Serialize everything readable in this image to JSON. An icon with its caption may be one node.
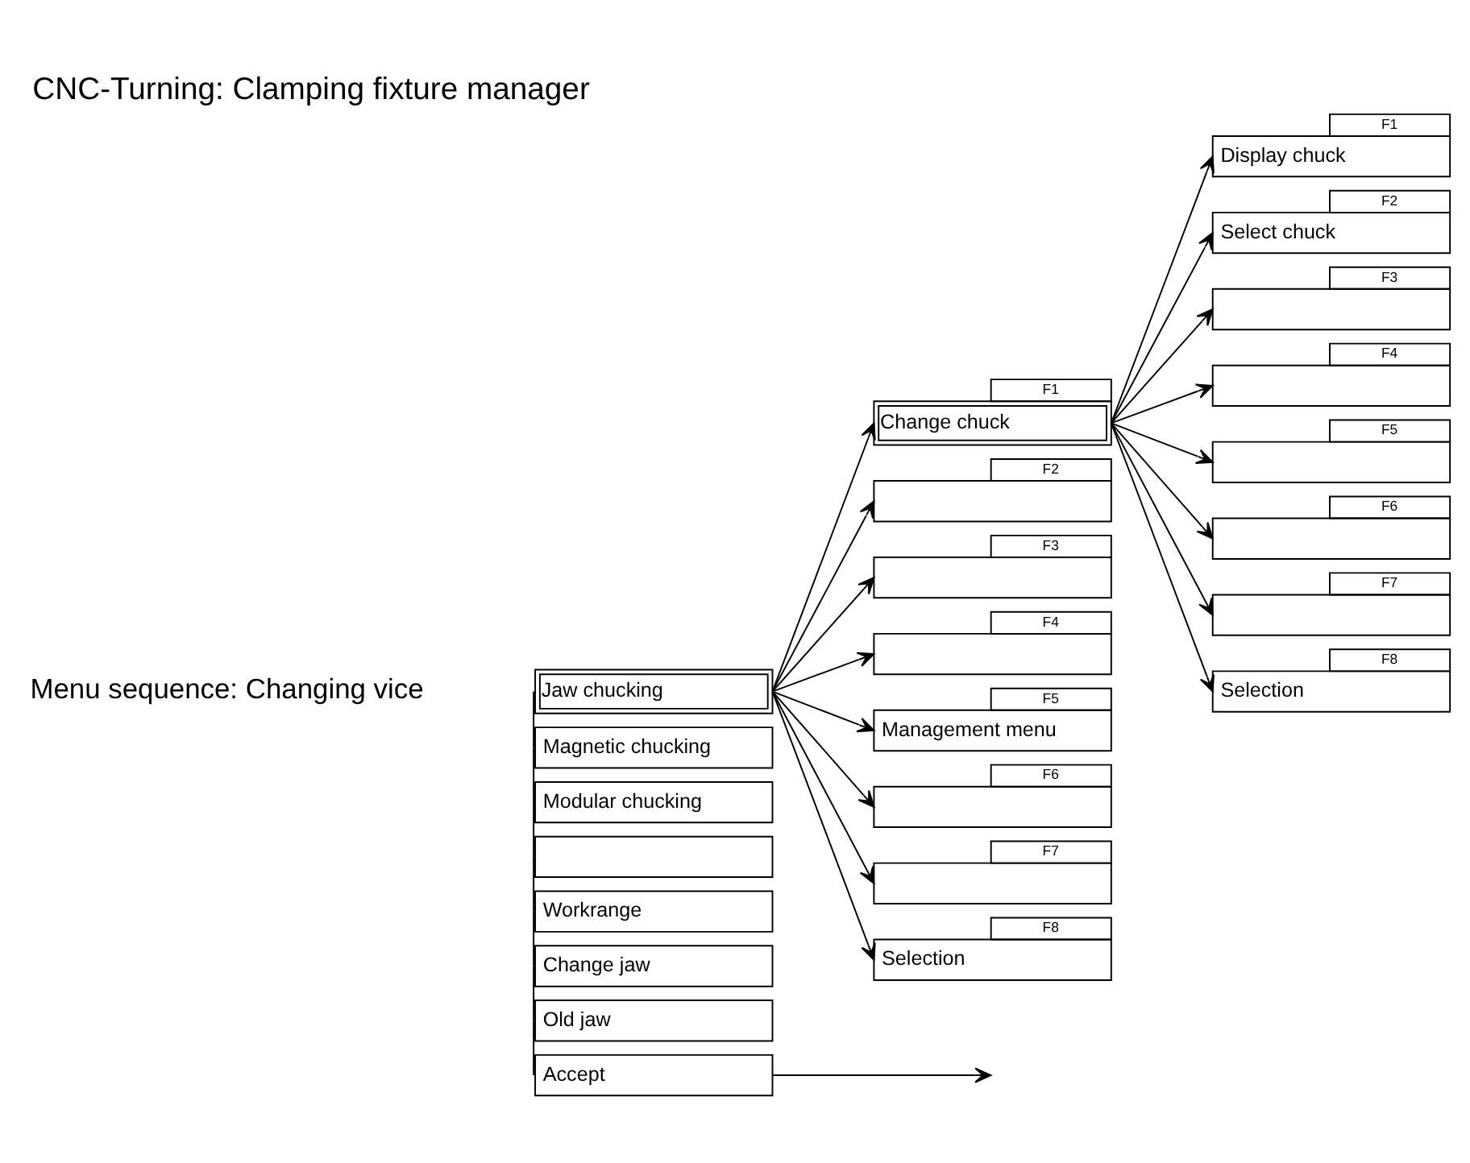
{
  "diagram": {
    "title": "CNC-Turning: Clamping fixture manager",
    "nodes": [
      {
        "text": [
          "Jaw chucking"
        ]
      },
      {
        "text": [
          "Magnetic chucking"
        ]
      },
      {
        "text": [
          "Modular chucking"
        ]
      },
      {
        "text": [],
        "shape": "box"
      },
      {
        "text": [
          "Workrange"
        ]
      },
      {
        "text": [
          "Change jaw"
        ]
      },
      {
        "text": [
          "Old jaw"
        ]
      },
      {
        "text": [
          "Accept"
        ]
      },
      {
        "text": [
          "Change chuck"
        ],
        "beside": [
          "F1"
        ]
      },
      {
        "text": [],
        "shape": "box",
        "beside": [
          "F2"
        ]
      },
      {
        "text": [],
        "shape": "box",
        "beside": [
          "F3"
        ]
      },
      {
        "text": [],
        "shape": "box",
        "beside": [
          "F4"
        ]
      },
      {
        "text": [
          "Management menu"
        ],
        "beside": [
          "F5"
        ]
      },
      {
        "text": [],
        "shape": "box",
        "beside": [
          "F6"
        ]
      },
      {
        "text": [],
        "shape": "box",
        "beside": [
          "F7"
        ]
      },
      {
        "text": [
          "Selection"
        ],
        "beside": [
          "F8"
        ]
      },
      {
        "text": [
          "Display chuck"
        ],
        "beside": [
          "F1"
        ]
      },
      {
        "text": [
          "Select chuck"
        ],
        "beside": [
          "F2"
        ]
      },
      {
        "text": [],
        "shape": "box",
        "beside": [
          "F3"
        ]
      },
      {
        "text": [],
        "shape": "box",
        "beside": [
          "F4"
        ]
      },
      {
        "text": [],
        "shape": "box",
        "beside": [
          "F5"
        ]
      },
      {
        "text": [],
        "shape": "box",
        "beside": [
          "F6"
        ]
      },
      {
        "text": [],
        "shape": "box",
        "beside": [
          "F7"
        ]
      },
      {
        "text": [
          "Selection"
        ],
        "beside": [
          "F8"
        ]
      }
    ],
    "edges": [
      {
        "from": 0,
        "to": 1,
        "arrow": "none"
      },
      {
        "from": 1,
        "to": 2,
        "arrow": "none"
      },
      {
        "from": 2,
        "to": 3,
        "arrow": "none"
      },
      {
        "from": 3,
        "to": 4,
        "arrow": "none"
      },
      {
        "from": 4,
        "to": 5,
        "arrow": "none"
      },
      {
        "from": 5,
        "to": 6,
        "arrow": "none"
      },
      {
        "from": 6,
        "to": 7,
        "arrow": "none"
      },
      {
        "from": 7,
        "to": null,
        "arrow": "to"
      },
      {
        "from": 0,
        "to": 8,
        "arrow": "to"
      },
      {
        "from": 0,
        "to": 9,
        "arrow": "to"
      },
      {
        "from": 0,
        "to": 10,
        "arrow": "to"
      },
      {
        "from": 0,
        "to": 11,
        "arrow": "to"
      },
      {
        "from": 0,
        "to": 12,
        "arrow": "to"
      },
      {
        "from": 0,
        "to": 13,
        "arrow": "to"
      },
      {
        "from": 0,
        "to": 14,
        "arrow": "to"
      },
      {
        "from": 0,
        "to": 15,
        "arrow": "to"
      },
      {
        "from": 8,
        "to": 16,
        "arrow": "to"
      },
      {
        "from": 8,
        "to": 17,
        "arrow": "to"
      },
      {
        "from": 8,
        "to": 18,
        "arrow": "to"
      },
      {
        "from": 8,
        "to": 19,
        "arrow": "to"
      },
      {
        "from": 8,
        "to": 20,
        "arrow": "to"
      },
      {
        "from": 8,
        "to": 21,
        "arrow": "to"
      },
      {
        "from": 8,
        "to": 22,
        "arrow": "to"
      },
      {
        "from": 8,
        "to": 23,
        "arrow": "to"
      }
    ],
    "labels": [
      "Menu sequence: Changing vice"
    ]
  }
}
